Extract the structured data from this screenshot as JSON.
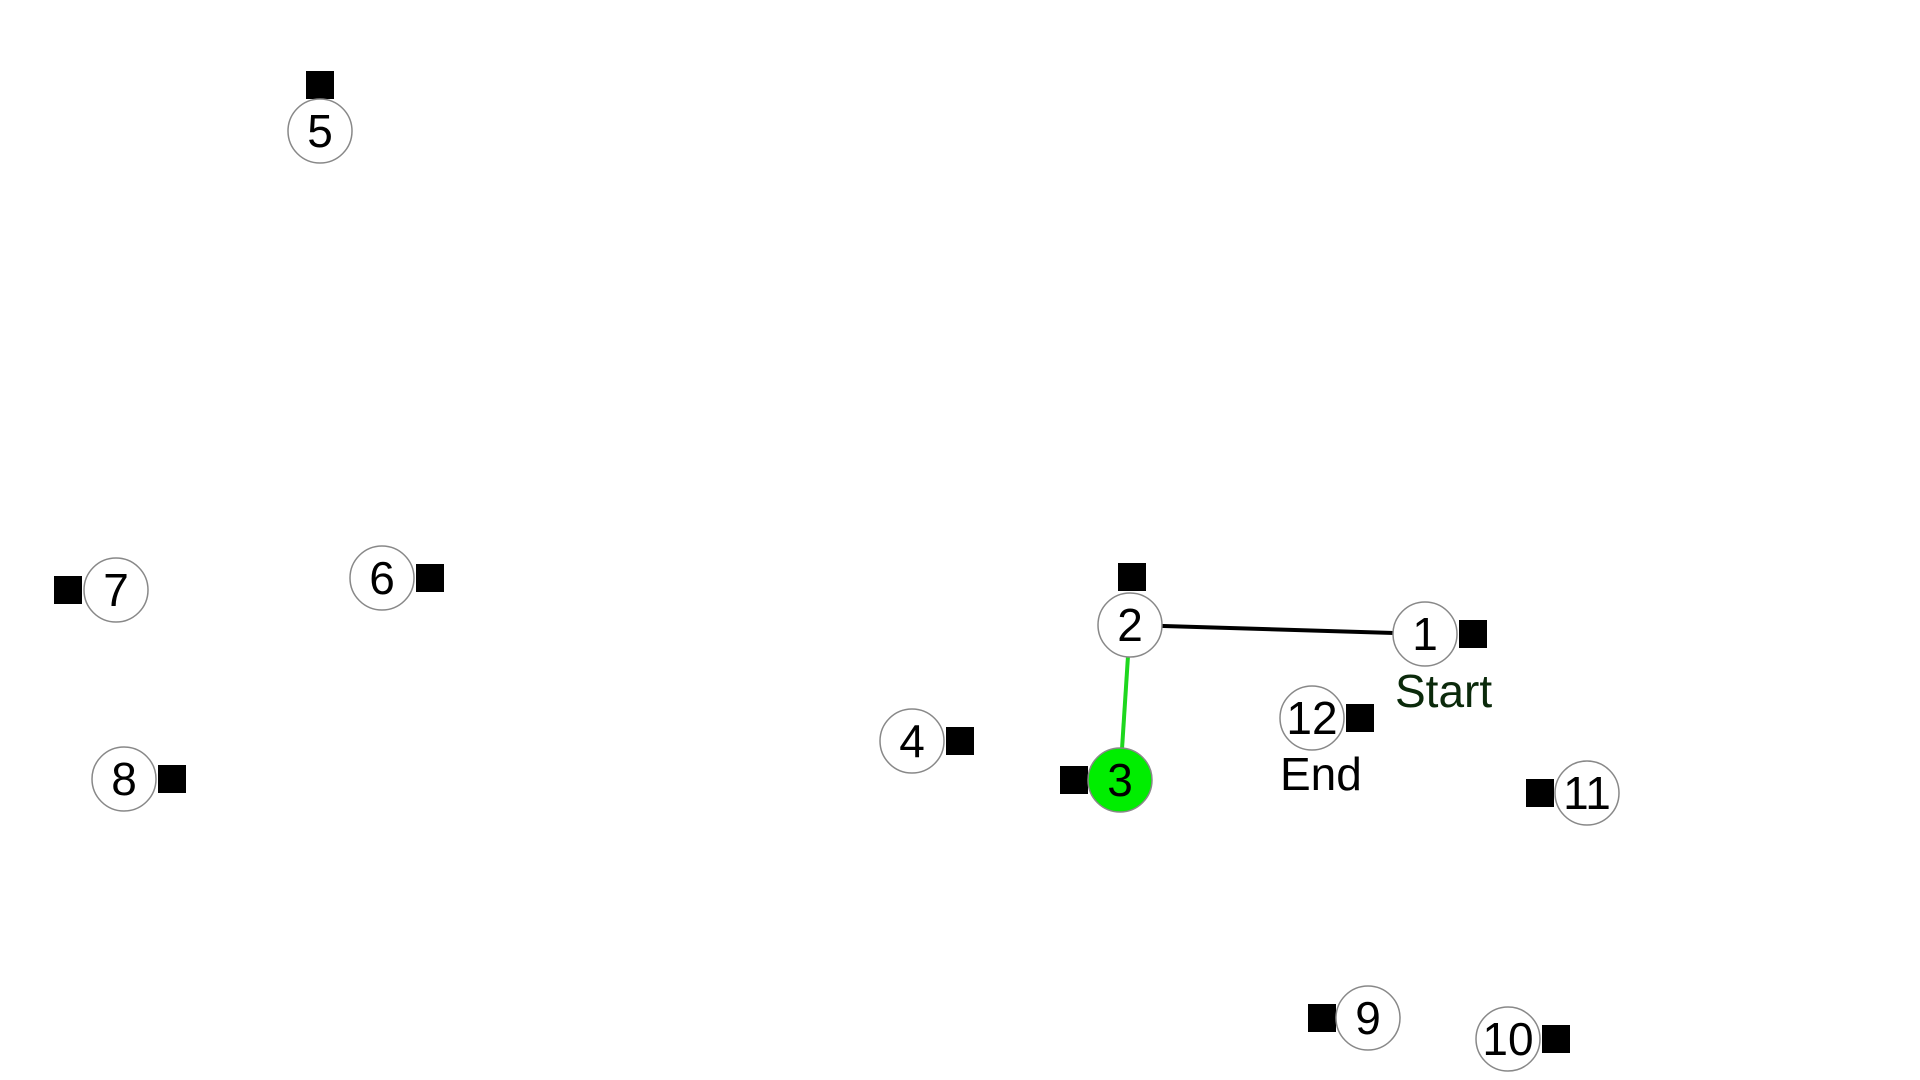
{
  "nodes": [
    {
      "id": "1",
      "label": "1",
      "state": "default"
    },
    {
      "id": "2",
      "label": "2",
      "state": "default"
    },
    {
      "id": "3",
      "label": "3",
      "state": "current"
    },
    {
      "id": "4",
      "label": "4",
      "state": "default"
    },
    {
      "id": "5",
      "label": "5",
      "state": "default"
    },
    {
      "id": "6",
      "label": "6",
      "state": "default"
    },
    {
      "id": "7",
      "label": "7",
      "state": "default"
    },
    {
      "id": "8",
      "label": "8",
      "state": "default"
    },
    {
      "id": "9",
      "label": "9",
      "state": "default"
    },
    {
      "id": "10",
      "label": "10",
      "state": "default"
    },
    {
      "id": "11",
      "label": "11",
      "state": "default"
    },
    {
      "id": "12",
      "label": "12",
      "state": "default"
    }
  ],
  "edges": [
    {
      "from": "2",
      "to": "1",
      "color": "#000000"
    },
    {
      "from": "2",
      "to": "3",
      "color": "#1ed71e"
    }
  ],
  "start_label": "Start",
  "end_label": "End",
  "colors": {
    "node_fill": "#ffffff",
    "node_stroke": "#888888",
    "current_fill": "#00ee00",
    "start_text": "#0b2a0b",
    "end_text": "#000000",
    "marker": "#000000"
  }
}
